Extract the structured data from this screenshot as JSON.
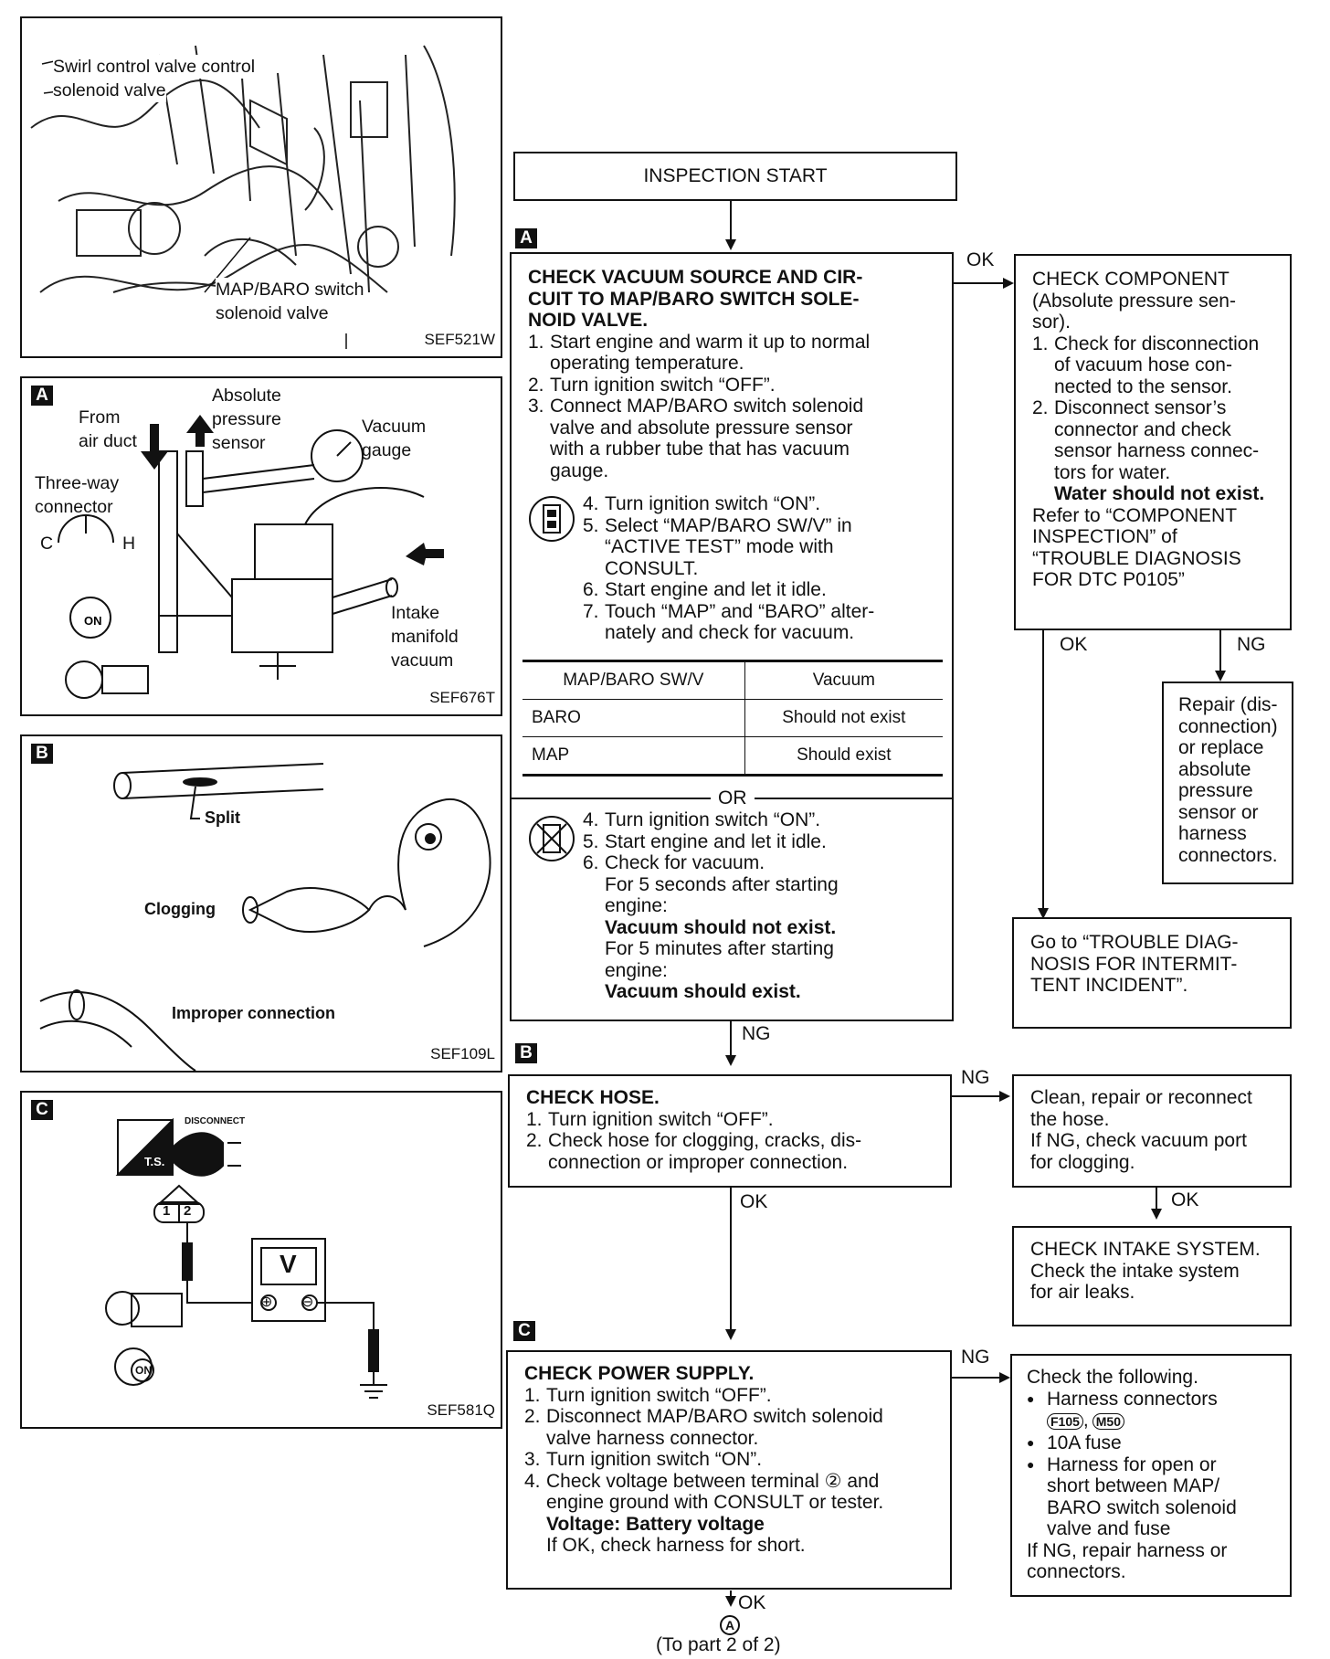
{
  "fig_w": {
    "label1": "Swirl control valve control",
    "label2": "solenoid valve",
    "label3": "MAP/BARO switch",
    "label4": "solenoid valve",
    "code": "SEF521W"
  },
  "fig_a": {
    "letter": "A",
    "from_air_duct": [
      "From",
      "air duct"
    ],
    "abs_sensor": [
      "Absolute",
      "pressure",
      "sensor"
    ],
    "vacuum_gauge": [
      "Vacuum",
      "gauge"
    ],
    "three_way": [
      "Three-way",
      "connector"
    ],
    "intake": [
      "Intake",
      "manifold",
      "vacuum"
    ],
    "temp_c": "C",
    "temp_h": "H",
    "on": "ON",
    "code": "SEF676T"
  },
  "fig_b": {
    "letter": "B",
    "split": "Split",
    "clogging": "Clogging",
    "improper": "Improper connection",
    "code": "SEF109L"
  },
  "fig_c": {
    "letter": "C",
    "disconnect": "DISCONNECT",
    "ts": "T.S.",
    "t1": "1",
    "t2": "2",
    "meter": "V",
    "plus": "⊕",
    "minus": "⊖",
    "on": "ON",
    "code": "SEF581Q"
  },
  "start": "INSPECTION START",
  "step_a": {
    "letter": "A",
    "title": [
      "CHECK VACUUM SOURCE AND CIR-",
      "CUIT TO MAP/BARO SWITCH SOLE-",
      "NOID VALVE."
    ],
    "steps": [
      {
        "n": "1.",
        "t": [
          "Start engine and warm it up to normal",
          "operating temperature."
        ]
      },
      {
        "n": "2.",
        "t": [
          "Turn ignition switch “OFF”."
        ]
      },
      {
        "n": "3.",
        "t": [
          "Connect MAP/BARO switch solenoid",
          "valve and absolute pressure sensor",
          "with a rubber tube that has vacuum",
          "gauge."
        ]
      }
    ],
    "consult": [
      {
        "n": "4.",
        "t": [
          "Turn ignition switch “ON”."
        ]
      },
      {
        "n": "5.",
        "t": [
          "Select “MAP/BARO SW/V” in",
          "“ACTIVE TEST” mode with",
          "CONSULT."
        ]
      },
      {
        "n": "6.",
        "t": [
          "Start engine and let it idle."
        ]
      },
      {
        "n": "7.",
        "t": [
          "Touch “MAP” and “BARO” alter-",
          "nately and check for vacuum."
        ]
      }
    ],
    "table": {
      "headers": [
        "MAP/BARO SW/V",
        "Vacuum"
      ],
      "rows": [
        [
          "BARO",
          "Should not exist"
        ],
        [
          "MAP",
          "Should exist"
        ]
      ]
    },
    "or": "OR",
    "no_consult": {
      "s4": "Turn ignition switch “ON”.",
      "s5": "Start engine and let it idle.",
      "s6": "Check for vacuum.",
      "l1": [
        "For 5 seconds after starting",
        "engine:"
      ],
      "b1": "Vacuum should not exist.",
      "l2": [
        "For 5 minutes after starting",
        "engine:"
      ],
      "b2": "Vacuum should exist.",
      "n4": "4.",
      "n5": "5.",
      "n6": "6."
    }
  },
  "component": {
    "title": "CHECK COMPONENT",
    "sub": [
      "(Absolute pressure sen-",
      "sor)."
    ],
    "s1n": "1.",
    "s1": [
      "Check for disconnection",
      "of vacuum hose con-",
      "nected to the sensor."
    ],
    "s2n": "2.",
    "s2": [
      "Disconnect sensor’s",
      "connector and check",
      "sensor harness connec-",
      "tors for water."
    ],
    "bold": "Water should not exist.",
    "refer": [
      "Refer to “COMPONENT",
      "INSPECTION” of",
      "“TROUBLE DIAGNOSIS",
      "FOR DTC P0105”"
    ]
  },
  "repair_sensor": [
    "Repair (dis-",
    "connection)",
    "or replace",
    "absolute",
    "pressure",
    "sensor or",
    "harness",
    "connectors."
  ],
  "goto": [
    "Go to “TROUBLE DIAG-",
    "NOSIS FOR INTERMIT-",
    "TENT INCIDENT”."
  ],
  "step_b": {
    "letter": "B",
    "title": "CHECK HOSE.",
    "s1n": "1.",
    "s1": [
      "Turn ignition switch “OFF”."
    ],
    "s2n": "2.",
    "s2": [
      "Check hose for clogging, cracks, dis-",
      "connection or improper connection."
    ]
  },
  "clean": [
    "Clean, repair or reconnect",
    "the hose.",
    "If NG, check vacuum port",
    "for clogging."
  ],
  "intake_check": [
    "CHECK INTAKE SYSTEM.",
    "Check the intake system",
    "for air leaks."
  ],
  "step_c": {
    "letter": "C",
    "title": "CHECK POWER SUPPLY.",
    "s1n": "1.",
    "s1": [
      "Turn ignition switch “OFF”."
    ],
    "s2n": "2.",
    "s2": [
      "Disconnect MAP/BARO switch solenoid",
      "valve harness connector."
    ],
    "s3n": "3.",
    "s3": [
      "Turn ignition switch “ON”."
    ],
    "s4n": "4.",
    "s4": [
      "Check voltage between terminal ② and",
      "engine ground with CONSULT or tester."
    ],
    "bold": "Voltage: Battery voltage",
    "last": "If OK, check harness for short."
  },
  "check_following": {
    "title": "Check the following.",
    "b1": "Harness connectors",
    "conn1": "F105",
    "conn_sep": ",",
    "conn2": "M50",
    "b2": "10A fuse",
    "b3": [
      "Harness for open or",
      "short between MAP/",
      "BARO switch solenoid",
      "valve and fuse"
    ],
    "end": [
      "If NG, repair harness or",
      "connectors."
    ]
  },
  "tags": {
    "ok1": "OK",
    "ok2": "OK",
    "ng1": "NG",
    "ng2": "NG",
    "ng3": "NG",
    "ok3": "OK",
    "ok4": "OK",
    "ng4": "NG",
    "ok5": "OK"
  },
  "footer": {
    "circle": "A",
    "note": "(To part 2 of 2)"
  }
}
